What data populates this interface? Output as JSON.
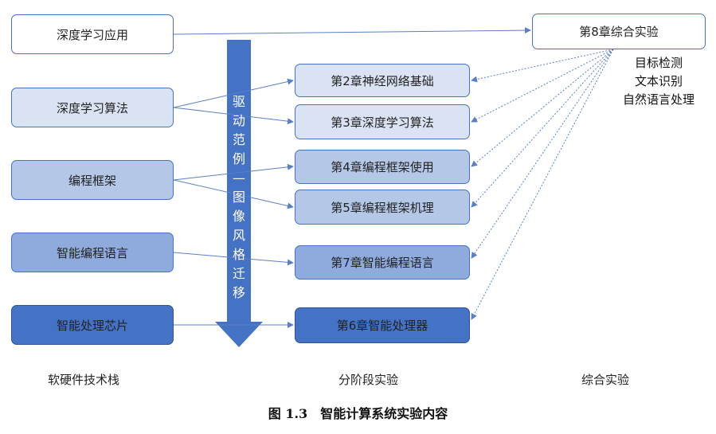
{
  "left": {
    "items": [
      "深度学习应用",
      "深度学习算法",
      "编程框架",
      "智能编程语言",
      "智能处理芯片"
    ],
    "footer": "软硬件技术栈"
  },
  "arrow": {
    "label": "驱\n动\n范\n例\n—\n图\n像\n风\n格\n迁\n移"
  },
  "middle": {
    "items": [
      "第2章神经网络基础",
      "第3章深度学习算法",
      "第4章编程框架使用",
      "第5章编程框架机理",
      "第7章智能编程语言",
      "第6章智能处理器"
    ],
    "footer": "分阶段实验"
  },
  "right": {
    "chapter": "第8章综合实验",
    "topics": "目标检测\n文本识别\n自然语言处理",
    "footer": "综合实验"
  },
  "caption": "图 1.3　智能计算系统实验内容",
  "colors": {
    "white_box": "#ffffff",
    "border": "#4472c4",
    "level1": "#dae3f3",
    "level2": "#b4c7e7",
    "level3": "#8faadc",
    "level4": "#4472c4",
    "arrow": "#4472c4"
  }
}
